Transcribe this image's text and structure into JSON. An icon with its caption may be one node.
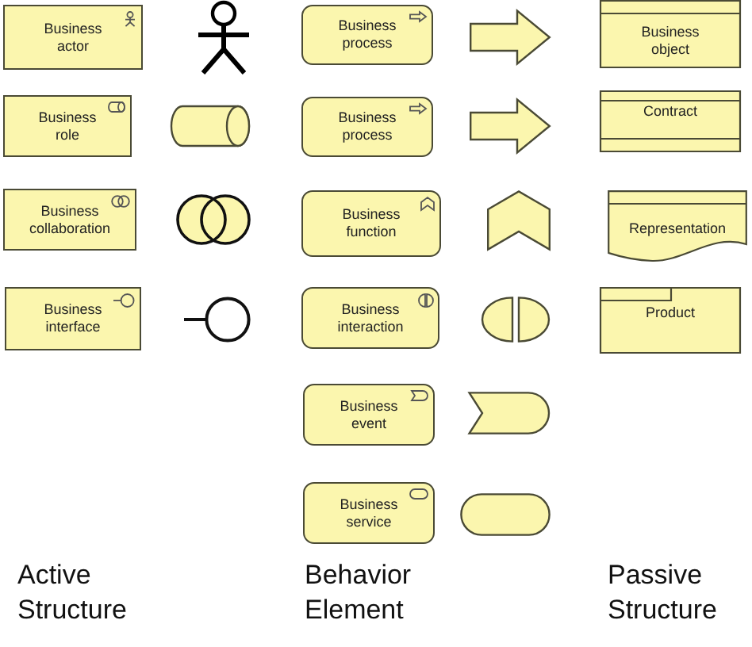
{
  "diagram": {
    "nodes": [
      {
        "text": [
          "Business actor"
        ]
      },
      {
        "text": [],
        "shape": "person"
      },
      {
        "text": [
          "Business process"
        ]
      },
      {
        "text": [],
        "shape": "arrow"
      },
      {
        "text": [
          "Business object"
        ]
      },
      {
        "text": [
          "Business role"
        ]
      },
      {
        "text": [],
        "shape": "cylinder"
      },
      {
        "text": [
          "Business process"
        ]
      },
      {
        "text": [],
        "shape": "arrow"
      },
      {
        "text": [
          "Contract"
        ]
      },
      {
        "text": [
          "Business collaboration"
        ]
      },
      {
        "text": [],
        "shape": "circles"
      },
      {
        "text": [
          "Business function"
        ]
      },
      {
        "text": [],
        "shape": "chevron"
      },
      {
        "text": [
          "Representation"
        ]
      },
      {
        "text": [
          "Business interface"
        ]
      },
      {
        "text": [],
        "shape": "circle"
      },
      {
        "text": [
          "Business interaction"
        ]
      },
      {
        "text": [],
        "shape": "semicircles"
      },
      {
        "text": [
          "Product"
        ]
      },
      {
        "text": [
          "Business event"
        ]
      },
      {
        "text": [],
        "shape": "flag"
      },
      {
        "text": [
          "Business service"
        ]
      },
      {
        "text": [],
        "shape": "pill"
      }
    ],
    "labels": [
      "Active Structure",
      "Behavior Element",
      "Passive Structure"
    ]
  }
}
